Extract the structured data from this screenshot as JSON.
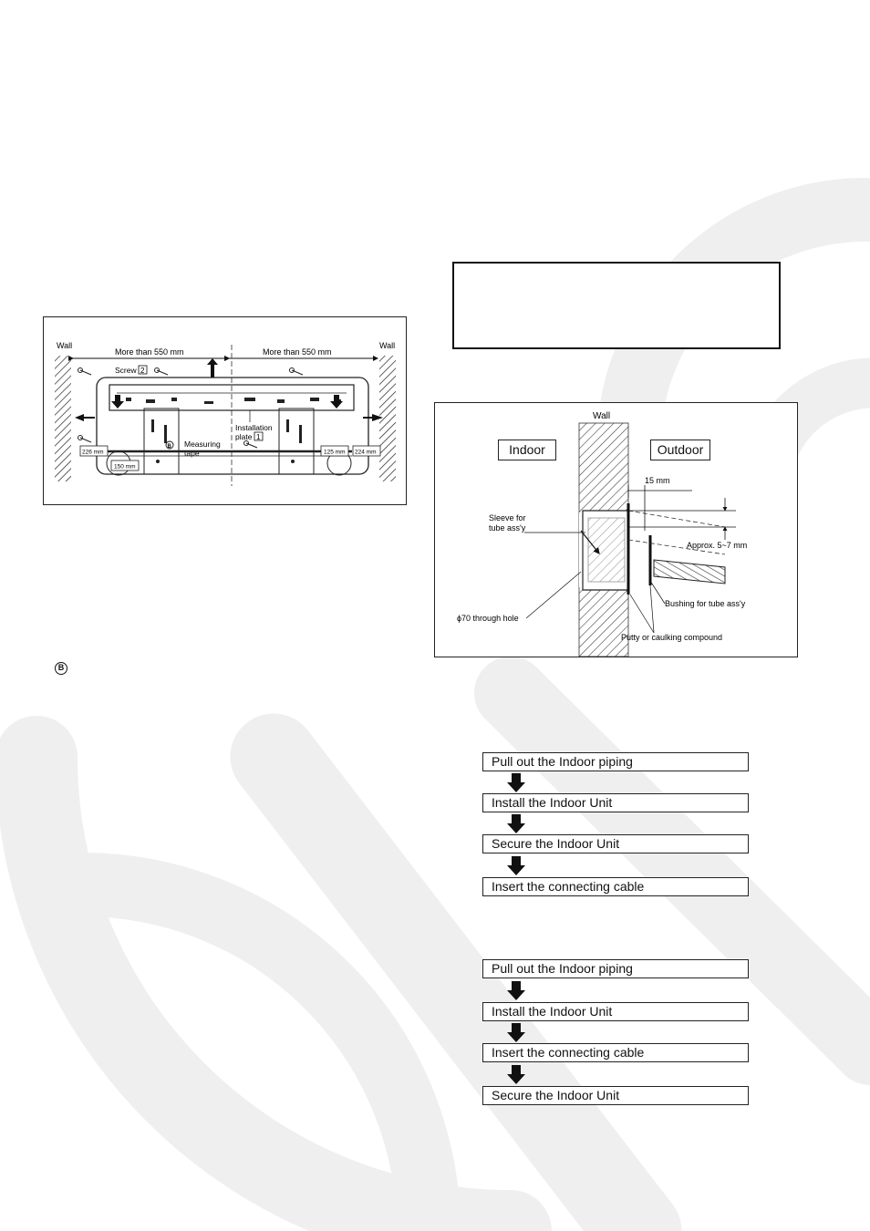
{
  "figure1": {
    "wall_left": "Wall",
    "wall_right": "Wall",
    "dim_left": "More than 550 mm",
    "dim_right": "More than 550 mm",
    "screw_label": "Screw",
    "screw_num": "2",
    "plate_label_line1": "Installation",
    "plate_label_line2": "plate",
    "plate_num": "1",
    "tape_line1": "Measuring",
    "tape_line2": "tape",
    "d_226": "226 mm",
    "d_150": "150 mm",
    "d_125": "125 mm",
    "d_224": "224 mm",
    "marker_b": "B"
  },
  "marker_b_symbol": "B",
  "figure2": {
    "wall": "Wall",
    "indoor": "Indoor",
    "outdoor": "Outdoor",
    "dim_15": "15 mm",
    "sleeve_line1": "Sleeve for",
    "sleeve_line2": "tube ass'y",
    "approx": "Approx. 5~7 mm",
    "hole": "ϕ70 through hole",
    "bushing": "Bushing for tube ass'y",
    "putty": "Putty or caulking compound"
  },
  "flow1": [
    "Pull out the Indoor piping",
    "Install the Indoor Unit",
    "Secure the Indoor Unit",
    "Insert the connecting cable"
  ],
  "flow2": [
    "Pull out the Indoor piping",
    "Install the Indoor Unit",
    "Insert the connecting cable",
    "Secure the Indoor Unit"
  ]
}
